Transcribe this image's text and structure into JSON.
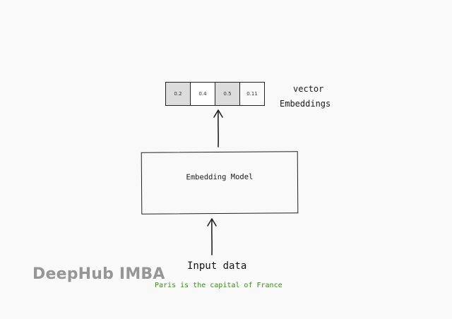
{
  "vector": {
    "cells": [
      "0.2",
      "0.4",
      "0.5",
      "0.11"
    ],
    "label_line1": "vector",
    "label_line2": "Embeddings"
  },
  "model": {
    "label": "Embedding Model"
  },
  "input": {
    "label": "Input data",
    "example": "Paris is the capital of France"
  },
  "watermark": {
    "text": "DeepHub IMBA"
  },
  "colors": {
    "background": "#f9f9f9",
    "stroke": "#222222",
    "shaded_cell": "#dcdcdc",
    "example_text": "#3f8a1f",
    "watermark": "#8c8c8c"
  }
}
